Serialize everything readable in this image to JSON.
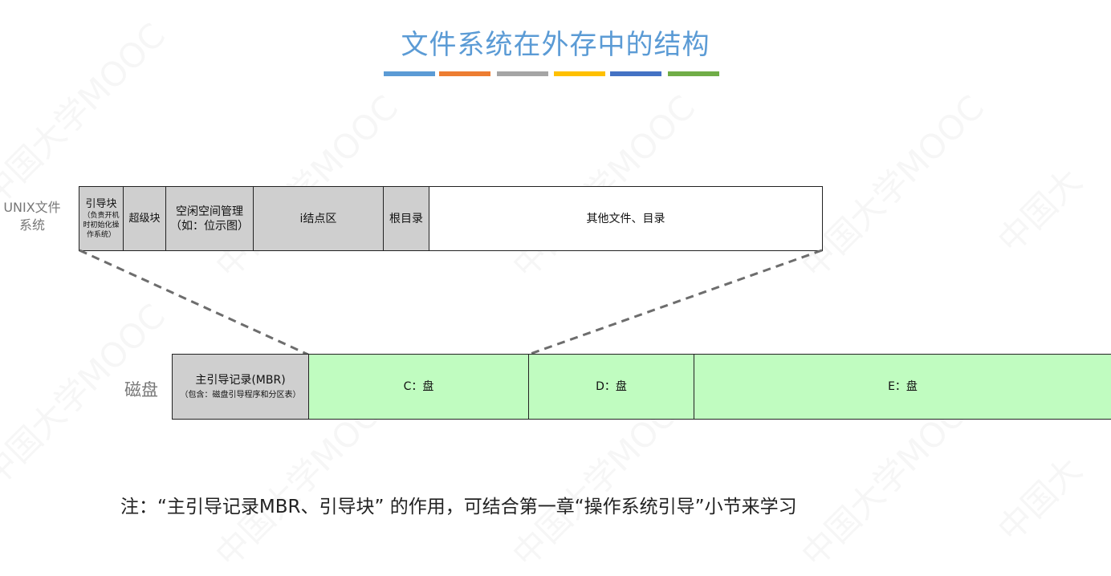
{
  "title": "文件系统在外存中的结构",
  "color_bars": [
    {
      "color": "#5b9bd5"
    },
    {
      "color": "#ed7d31"
    },
    {
      "color": "#a5a5a5"
    },
    {
      "color": "#ffc000"
    },
    {
      "color": "#4472c4"
    },
    {
      "color": "#70ad47"
    }
  ],
  "unix": {
    "label": "UNIX文件\n系统",
    "blocks": {
      "boot": {
        "title": "引导块",
        "sub": "（负责开机\n时初始化操\n作系统）"
      },
      "superblock": "超级块",
      "freespace": {
        "title": "空闲空间管理",
        "sub": "（如：位示图）"
      },
      "inode": "i结点区",
      "root": "根目录",
      "other": "其他文件、目录"
    }
  },
  "disk": {
    "label": "磁盘",
    "mbr": {
      "title": "主引导记录(MBR)",
      "sub": "（包含：磁盘引导程序和分区表）"
    },
    "partitions": {
      "c": "C：盘",
      "d": "D：盘",
      "e": "E：盘"
    }
  },
  "note": "注：“主引导记录MBR、引导块” 的作用，可结合第一章“操作系统引导”小节来学习"
}
